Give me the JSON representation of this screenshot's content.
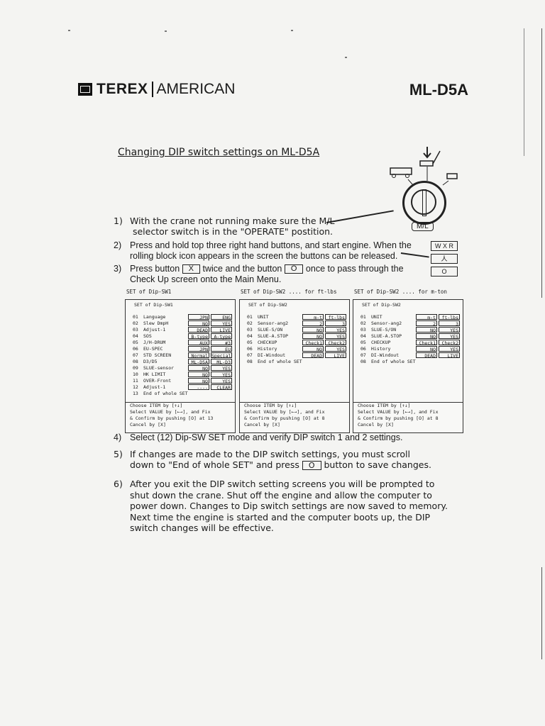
{
  "header": {
    "brand": "TEREX",
    "brand_sub": "AMERICAN",
    "model": "ML-D5A"
  },
  "title": "Changing DIP switch settings on ML-D5A",
  "steps": [
    {
      "num": "1)",
      "lines": [
        "With the crane not running make sure the M/L",
        "selector switch is in the \"OPERATE\" postition."
      ]
    },
    {
      "num": "2)",
      "lines": [
        "Press and hold top three right hand buttons, and start engine.  When the",
        "rolling block  icon appears in the screen the buttons can be released."
      ]
    },
    {
      "num": "3)",
      "line1_pre": "Press button",
      "btn_x": "X",
      "line1_mid": "twice and the button",
      "btn_o": "O",
      "line1_post": "once to pass through the",
      "line2": "Check Up screen onto the Main Menu."
    },
    {
      "num": "4)",
      "lines": [
        "Select (12) Dip-SW SET mode and verify DIP switch 1 and 2 settings."
      ]
    },
    {
      "num": "5)",
      "line1": "If changes are made to the DIP switch settings, you must scroll",
      "line2_pre": "down to \"End of whole SET\" and press",
      "btn": "O",
      "line2_post": "button to save changes."
    },
    {
      "num": "6)",
      "lines": [
        "After you exit the DIP switch setting screens you will be prompted to",
        "shut down the crane.  Shut off the engine and allow the computer to",
        "power down.  Changes to Dip switch settings are now saved to memory.",
        "Next time the engine is started and the computer boots up, the DIP",
        "switch changes will be effective."
      ]
    }
  ],
  "illustration": {
    "selector_label": "M/L",
    "buttons": [
      "W X R",
      "人",
      "O"
    ]
  },
  "panels": [
    {
      "caption": "SET of Dip-SW1",
      "head": "SET of Dip-SW1",
      "rows": [
        {
          "n": "01",
          "label": "Language",
          "v1": "JPN",
          "v2": "ENG",
          "sel": 2
        },
        {
          "n": "02",
          "label": "Slew DmpH",
          "v1": "NO",
          "v2": "YES",
          "sel": 2
        },
        {
          "n": "03",
          "label": "Adjust-1",
          "v1": "DEAD",
          "v2": "LIVE",
          "sel": 2
        },
        {
          "n": "04",
          "label": "SOS",
          "v1": "B-type",
          "v2": "A-type",
          "sel": 2
        },
        {
          "n": "05",
          "label": "J/H-DRUM",
          "v1": "AUX",
          "v2": "#3",
          "sel": 1
        },
        {
          "n": "06",
          "label": "EU-SPEC",
          "v1": "JPN",
          "v2": "EU",
          "sel": 1
        },
        {
          "n": "07",
          "label": "STD SCREEN",
          "v1": "Normal",
          "v2": "Special",
          "sel": 1
        },
        {
          "n": "08",
          "label": "D3/D5",
          "v1": "ML-D5A",
          "v2": "ML-D3",
          "sel": 1
        },
        {
          "n": "09",
          "label": "SLUE-sensor",
          "v1": "NO",
          "v2": "YES",
          "sel": 2
        },
        {
          "n": "10",
          "label": "HK LIMIT",
          "v1": "NO",
          "v2": "YES",
          "sel": 2
        },
        {
          "n": "11",
          "label": "OVER-Front",
          "v1": "NO",
          "v2": "YES",
          "sel": 1
        },
        {
          "n": "12",
          "label": "Adjust-1",
          "v1": "----",
          "v2": "CLEAR",
          "sel": 1
        },
        {
          "n": "13",
          "label": "End of whole SET",
          "v1": "",
          "v2": "",
          "sel": 0
        }
      ],
      "foot": [
        "Choose ITEM by [↑↓]",
        "Select VALUE by [←→], and Fix",
        "& Confirm by pushing [O] at 13",
        "Cancel by [X]"
      ]
    },
    {
      "caption": "SET of Dip-SW2 .... for ft-lbs",
      "head": "SET of Dip-SW2",
      "rows": [
        {
          "n": "01",
          "label": "UNIT",
          "v1": "m-t",
          "v2": "ft-lbs",
          "sel": 2
        },
        {
          "n": "02",
          "label": "Sensor-ang2",
          "v1": "2",
          "v2": "3",
          "sel": 1
        },
        {
          "n": "03",
          "label": "SLUE-S/ON",
          "v1": "NO",
          "v2": "YES",
          "sel": 1
        },
        {
          "n": "04",
          "label": "SLUE-A.STOP",
          "v1": "NO",
          "v2": "YES",
          "sel": 1
        },
        {
          "n": "05",
          "label": "CHECKUP",
          "v1": "Check1",
          "v2": "Check2",
          "sel": 1
        },
        {
          "n": "06",
          "label": "History",
          "v1": "NO",
          "v2": "YES",
          "sel": 2
        },
        {
          "n": "07",
          "label": "DI-Windout",
          "v1": "DEAD",
          "v2": "LIVE",
          "sel": 2
        },
        {
          "n": "08",
          "label": "End of whole SET",
          "v1": "",
          "v2": "",
          "sel": 0
        }
      ],
      "foot": [
        "Choose ITEM by [↑↓]",
        "Select VALUE by [←→], and Fix",
        "& Confirm by pushing [O] at 8",
        "Cancel by [X]"
      ]
    },
    {
      "caption": "SET of Dip-SW2 .... for m-ton",
      "head": "SET of Dip-SW2",
      "rows": [
        {
          "n": "01",
          "label": "UNIT",
          "v1": "m-t",
          "v2": "ft-lbs",
          "sel": 1
        },
        {
          "n": "02",
          "label": "Sensor-ang2",
          "v1": "2",
          "v2": "3",
          "sel": 1
        },
        {
          "n": "03",
          "label": "SLUE-S/ON",
          "v1": "NO",
          "v2": "YES",
          "sel": 1
        },
        {
          "n": "04",
          "label": "SLUE-A.STOP",
          "v1": "NO",
          "v2": "YES",
          "sel": 1
        },
        {
          "n": "05",
          "label": "CHECKUP",
          "v1": "Check1",
          "v2": "Check2",
          "sel": 1
        },
        {
          "n": "06",
          "label": "History",
          "v1": "NO",
          "v2": "YES",
          "sel": 2
        },
        {
          "n": "07",
          "label": "DI-Windout",
          "v1": "DEAD",
          "v2": "LIVE",
          "sel": 2
        },
        {
          "n": "08",
          "label": "End of whole SET",
          "v1": "",
          "v2": "",
          "sel": 0
        }
      ],
      "foot": [
        "Choose ITEM by [↑↓]",
        "Select VALUE by [←→], and Fix",
        "& Confirm by pushing [O] at 8",
        "Cancel by [X]"
      ]
    }
  ]
}
